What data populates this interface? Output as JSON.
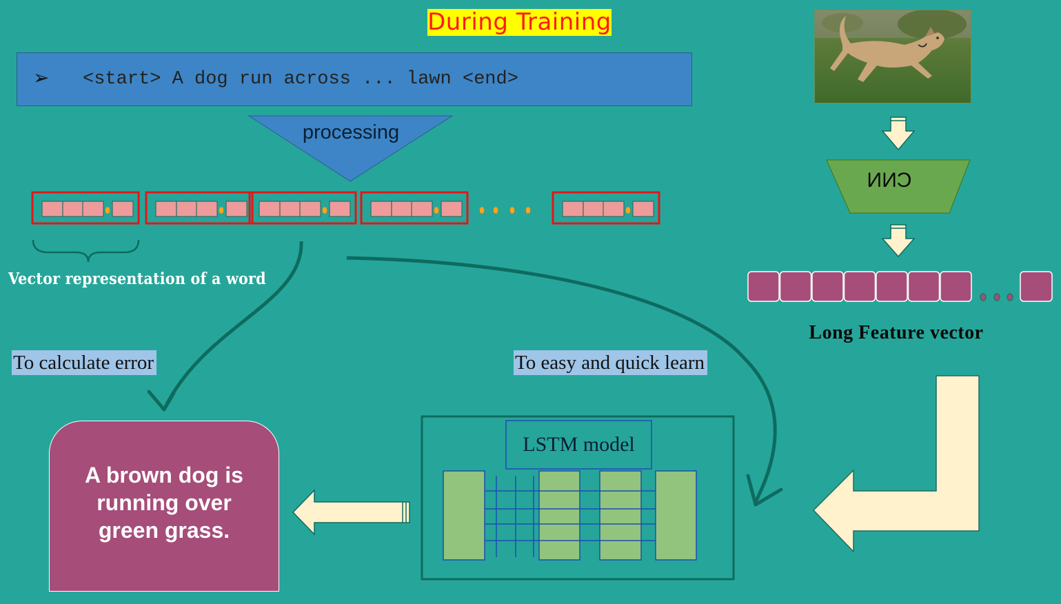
{
  "title": "During Training",
  "sentence": {
    "bullet": "➢",
    "text": "<start> A dog run across ... lawn <end>"
  },
  "processing_label": "processing",
  "vector_caption": "Vector representation of a word",
  "cnn_label": "CNN",
  "feature_caption": "Long Feature vector",
  "notes": {
    "error": "To calculate error",
    "learn": "To easy and quick learn"
  },
  "lstm_label": "LSTM model",
  "output_text": "A brown dog is running over green grass.",
  "colors": {
    "background": "#26a69a",
    "title_bg": "#ffff00",
    "title_text": "#ff1a1a",
    "sentence_bar": "#3d85c6",
    "word_cell": "#ee9b9b",
    "word_frame": "#e01818",
    "cnn": "#6aa84f",
    "feature_cell": "#a64d79",
    "lstm_cell": "#93c47d",
    "output_box": "#a64d79",
    "arrow_fill": "#fff2cc",
    "flow_curve": "#0e6b5f"
  },
  "icons": [
    "right-arrow-bullet",
    "down-arrow-icon",
    "left-arrow-icon",
    "bent-arrow-icon",
    "curly-brace"
  ]
}
